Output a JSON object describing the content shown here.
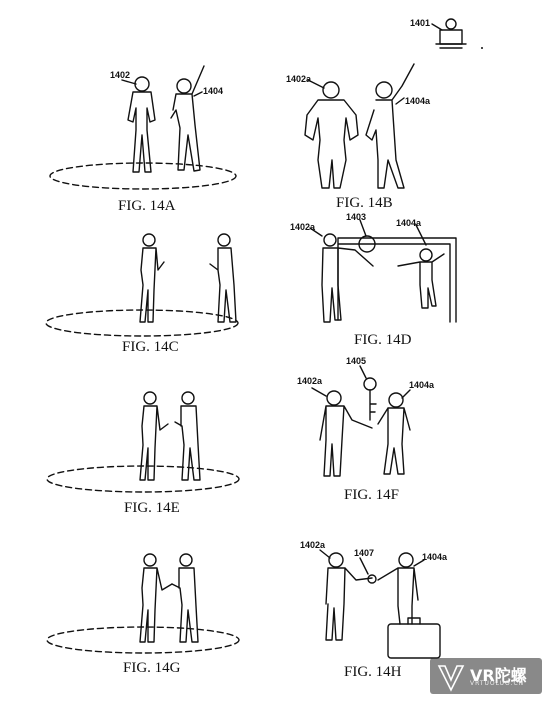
{
  "figures": [
    {
      "id": "14A",
      "caption": "FIG. 14A",
      "refs": [
        "1402",
        "1404"
      ]
    },
    {
      "id": "14B",
      "caption": "FIG. 14B",
      "refs": [
        "1402a",
        "1404a",
        "1401"
      ]
    },
    {
      "id": "14C",
      "caption": "FIG. 14C",
      "refs": []
    },
    {
      "id": "14D",
      "caption": "FIG. 14D",
      "refs": [
        "1402a",
        "1403",
        "1404a"
      ]
    },
    {
      "id": "14E",
      "caption": "FIG. 14E",
      "refs": []
    },
    {
      "id": "14F",
      "caption": "FIG. 14F",
      "refs": [
        "1405",
        "1402a",
        "1404a"
      ]
    },
    {
      "id": "14G",
      "caption": "FIG. 14G",
      "refs": []
    },
    {
      "id": "14H",
      "caption": "FIG. 14H",
      "refs": [
        "1402a",
        "1407",
        "1404a"
      ]
    }
  ],
  "watermark": {
    "text": "VR陀螺",
    "sub": "VRTUOLUO.CN"
  }
}
